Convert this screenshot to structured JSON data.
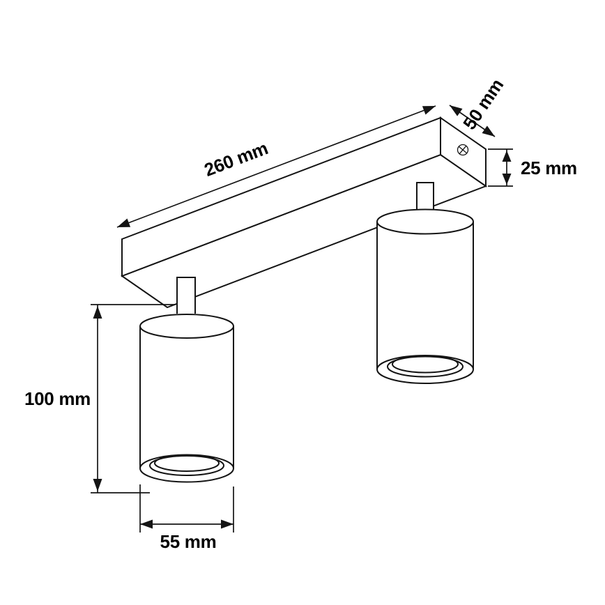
{
  "drawing": {
    "description": "Technical dimension drawing of a two-head ceiling spotlight: a rectangular mounting bar with two cylindrical spot lamps hanging below",
    "labels": {
      "bar_length": "260 mm",
      "bar_depth": "50 mm",
      "bar_height": "25 mm",
      "spot_height": "100 mm",
      "spot_diameter": "55 mm"
    },
    "icons": {
      "screw": "phillips-screw-icon"
    },
    "colors": {
      "line": "#141414",
      "text": "#000000",
      "background": "#ffffff"
    }
  }
}
